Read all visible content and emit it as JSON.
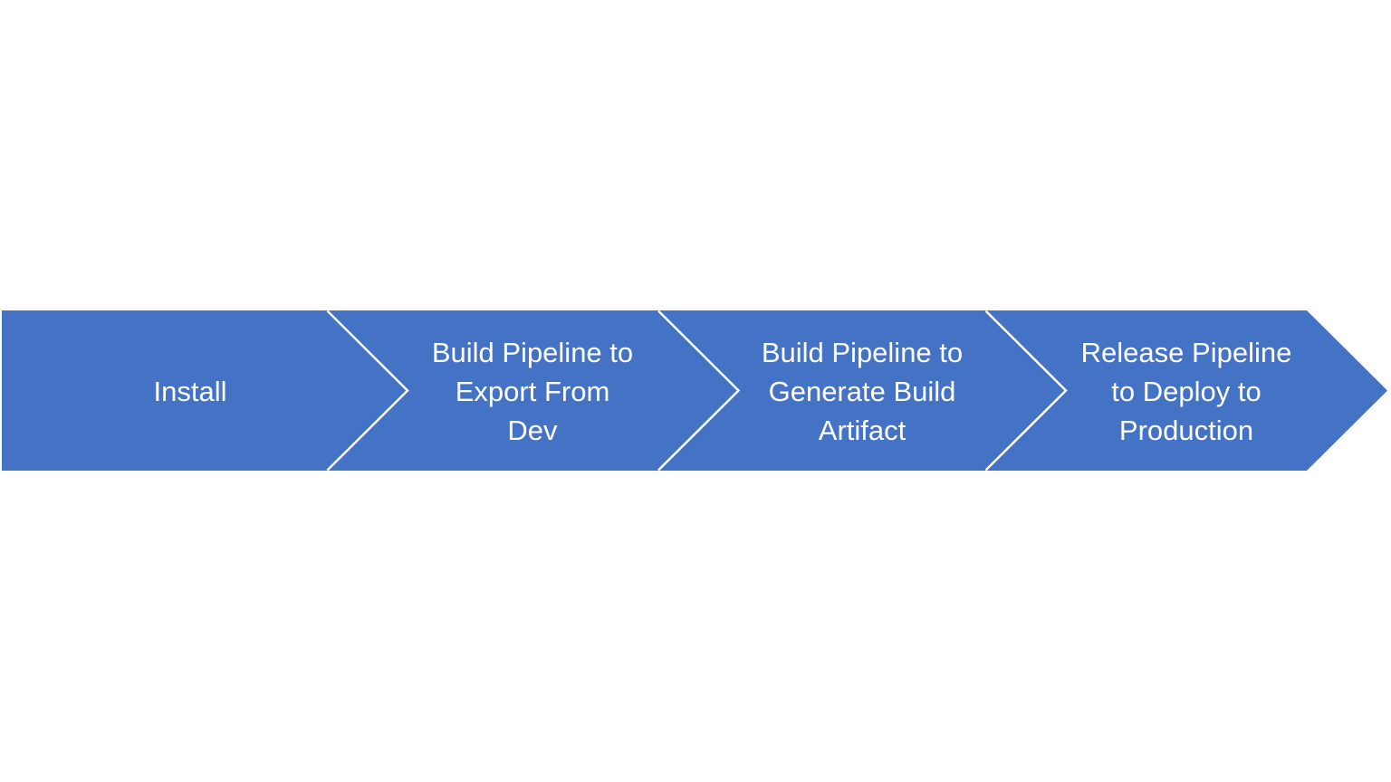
{
  "diagram": {
    "type": "chevron-process-flow",
    "colors": {
      "arrow_fill": "#4472C4",
      "separator": "#FFFFFF",
      "text": "#FFFFFF",
      "background": "#FFFFFF"
    },
    "steps": [
      {
        "label": "Install",
        "lines": [
          "Install"
        ]
      },
      {
        "label": "Build Pipeline to Export From Dev",
        "lines": [
          "Build Pipeline to",
          "Export From",
          "Dev"
        ]
      },
      {
        "label": "Build Pipeline to Generate Build Artifact",
        "lines": [
          "Build Pipeline to",
          "Generate Build",
          "Artifact"
        ]
      },
      {
        "label": "Release Pipeline to Deploy to Production",
        "lines": [
          "Release Pipeline",
          "to Deploy to",
          "Production"
        ]
      }
    ]
  }
}
